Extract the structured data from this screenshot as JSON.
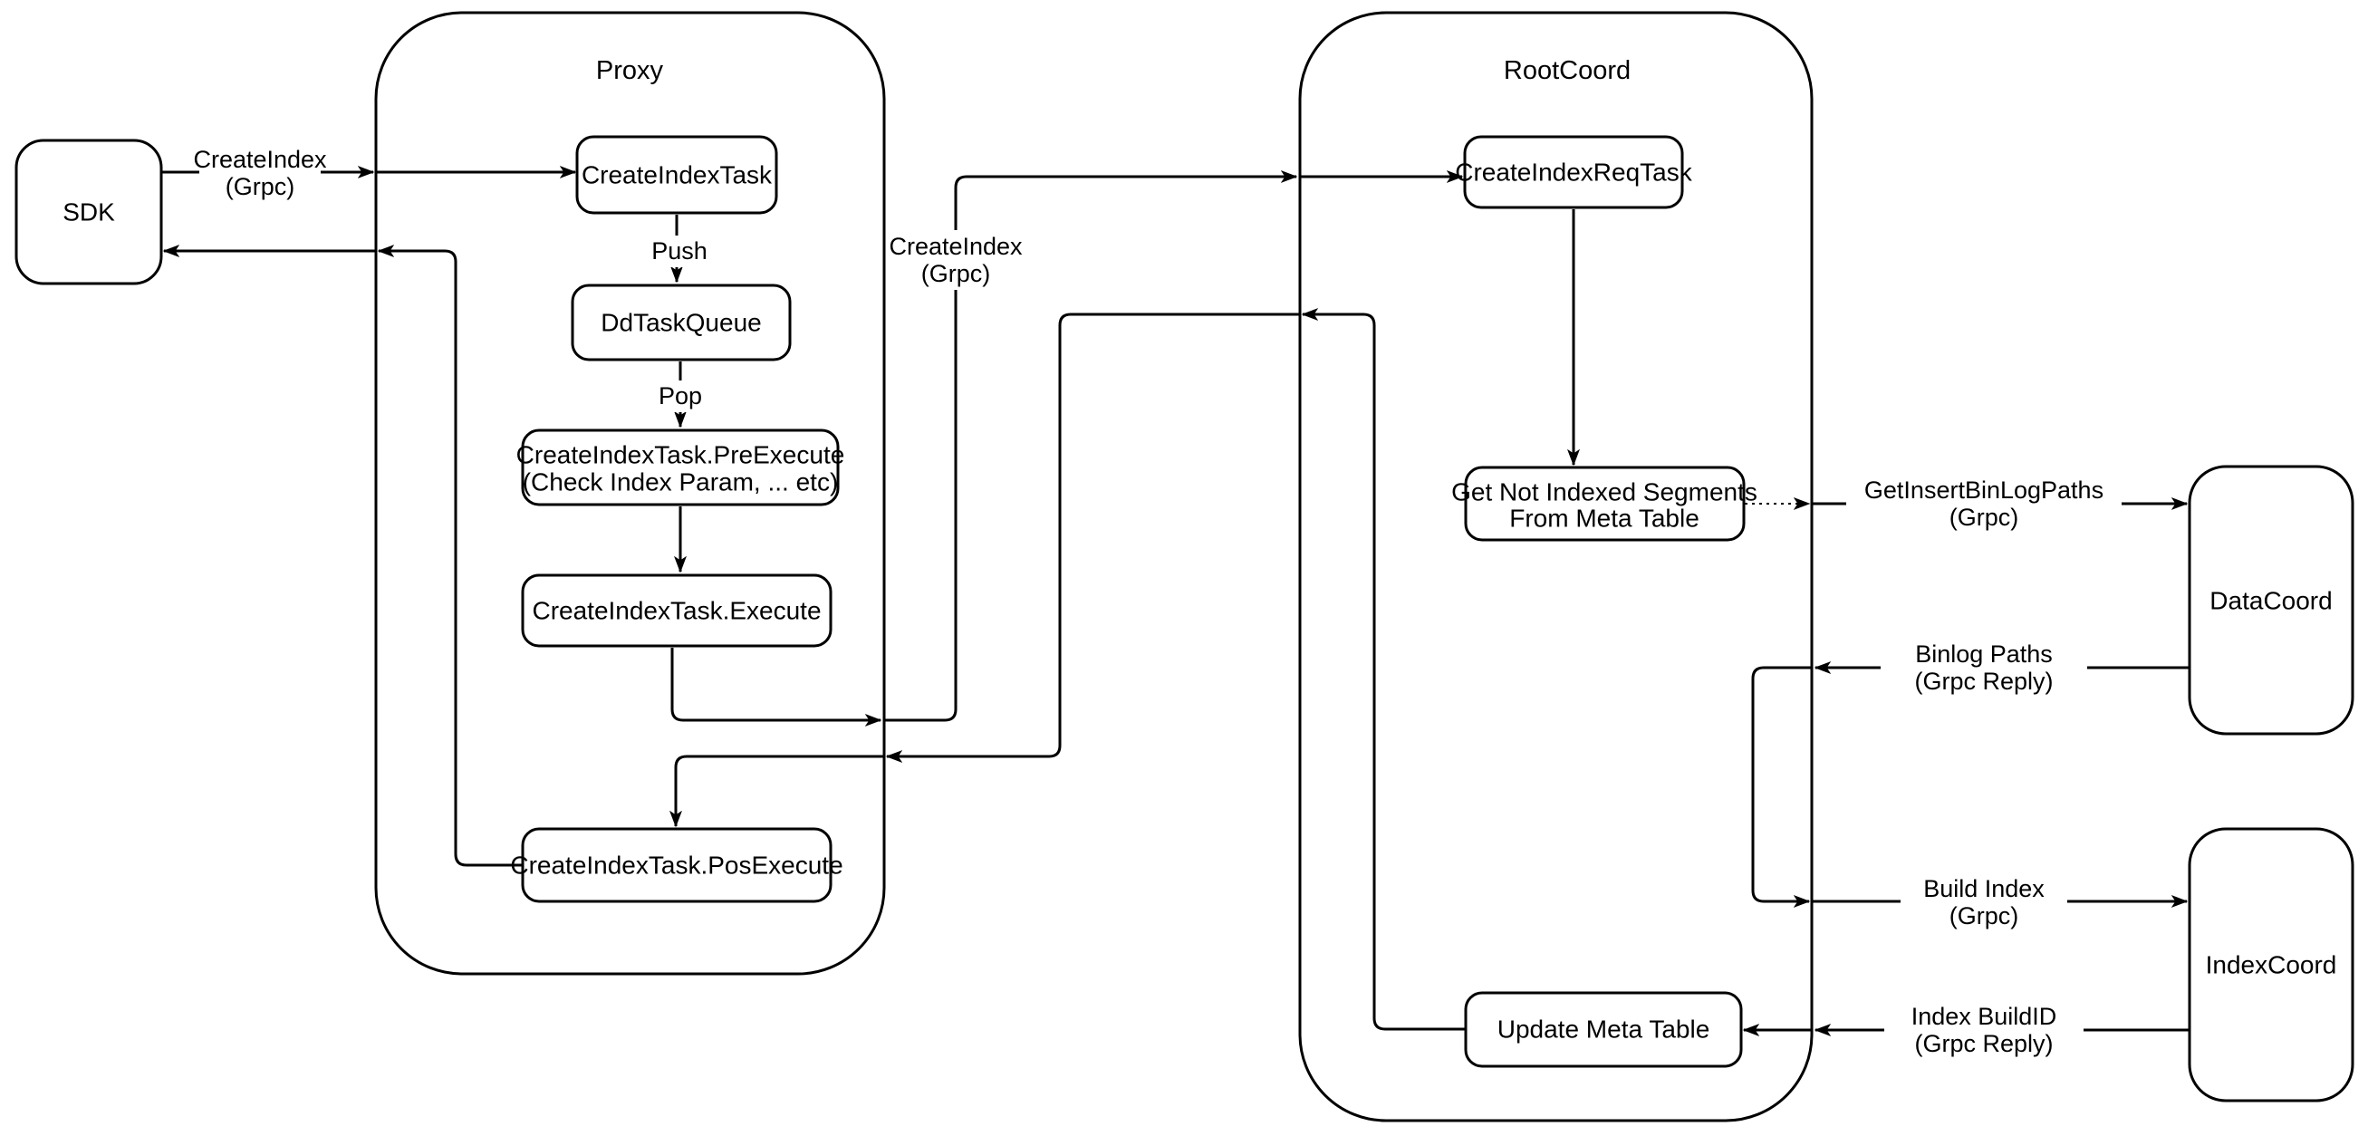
{
  "colors": {
    "stroke": "#000000",
    "node_fill": "#ffffff",
    "background": "#ffffff"
  },
  "containers": {
    "proxy": {
      "title": "Proxy"
    },
    "rootCoord": {
      "title": "RootCoord"
    }
  },
  "nodes": {
    "sdk": {
      "label": "SDK"
    },
    "createIndexTask": {
      "label": "CreateIndexTask"
    },
    "ddTaskQueue": {
      "label": "DdTaskQueue"
    },
    "preExecute": {
      "line1": "CreateIndexTask.PreExecute",
      "line2": "(Check Index Param, ... etc)"
    },
    "execute": {
      "label": "CreateIndexTask.Execute"
    },
    "posExecute": {
      "label": "CreateIndexTask.PosExecute"
    },
    "createIndexReqTask": {
      "label": "CreateIndexReqTask"
    },
    "getNotIndexedSegments": {
      "line1": "Get Not Indexed Segments",
      "line2": "From Meta Table"
    },
    "updateMetaTable": {
      "label": "Update Meta Table"
    },
    "dataCoord": {
      "label": "DataCoord"
    },
    "indexCoord": {
      "label": "IndexCoord"
    }
  },
  "edge_labels": {
    "sdkCreateIndex": {
      "line1": "CreateIndex",
      "line2": "(Grpc)"
    },
    "push": {
      "label": "Push"
    },
    "pop": {
      "label": "Pop"
    },
    "proxyCreateIndex": {
      "line1": "CreateIndex",
      "line2": "(Grpc)"
    },
    "getInsertBinLogPaths": {
      "line1": "GetInsertBinLogPaths",
      "line2": "(Grpc)"
    },
    "binlogPaths": {
      "line1": "Binlog Paths",
      "line2": "(Grpc Reply)"
    },
    "buildIndex": {
      "line1": "Build Index",
      "line2": "(Grpc)"
    },
    "indexBuildId": {
      "line1": "Index BuildID",
      "line2": "(Grpc Reply)"
    }
  }
}
